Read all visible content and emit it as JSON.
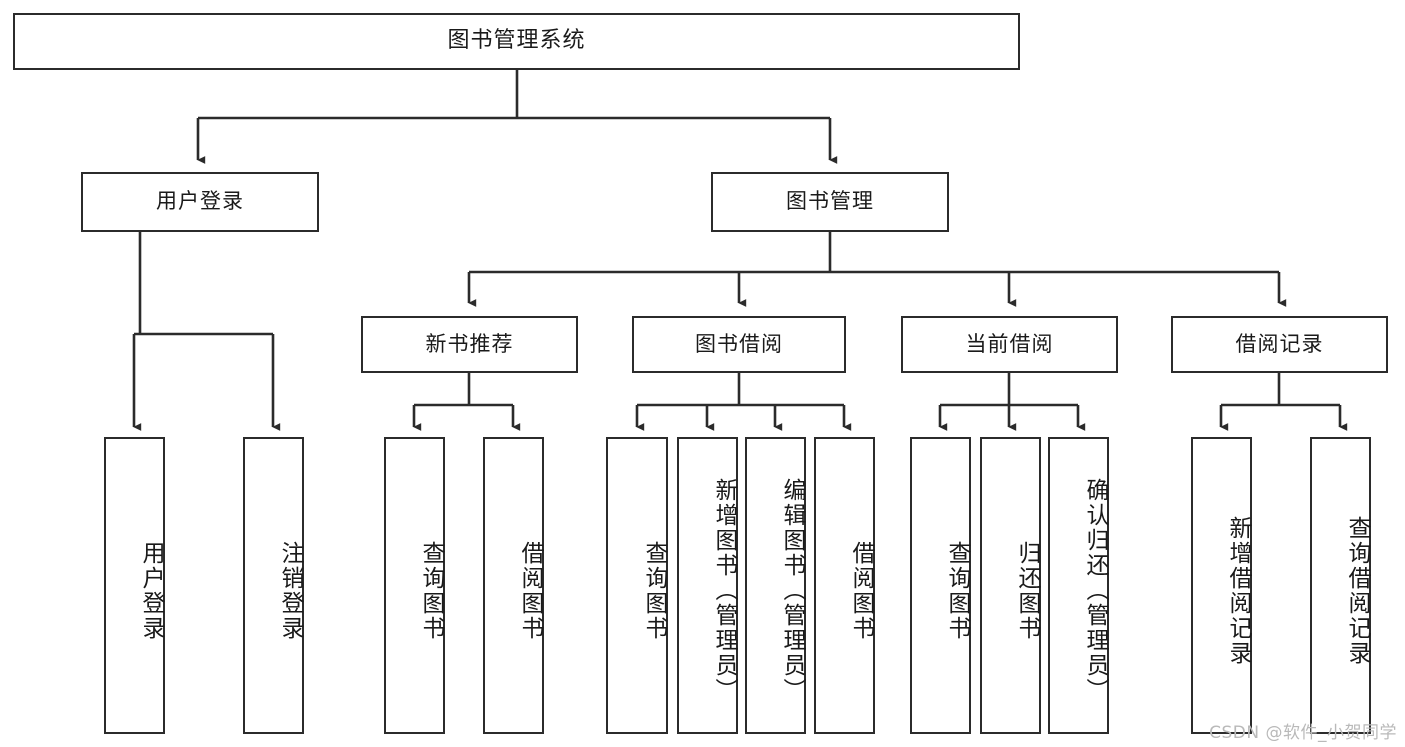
{
  "diagram": {
    "title": "图书管理系统",
    "type": "tree-hierarchy",
    "watermark": "CSDN @软件_小贺同学",
    "colors": {
      "stroke": "#2b2b2b",
      "fill": "#ffffff",
      "text": "#1a1a1a",
      "watermark": "#b9b9b9"
    },
    "nodes": {
      "root": {
        "label": "图书管理系统"
      },
      "level2": [
        {
          "id": "user-login",
          "label": "用户登录"
        },
        {
          "id": "book-management",
          "label": "图书管理"
        }
      ],
      "level3": [
        {
          "id": "new-book-recommend",
          "label": "新书推荐"
        },
        {
          "id": "book-borrow",
          "label": "图书借阅"
        },
        {
          "id": "current-borrow",
          "label": "当前借阅"
        },
        {
          "id": "borrow-record",
          "label": "借阅记录"
        }
      ],
      "leaves": {
        "user_login": [
          {
            "id": "leaf-user-login",
            "label": "用户登录"
          },
          {
            "id": "leaf-logout-login",
            "label": "注销登录"
          }
        ],
        "new_book_recommend": [
          {
            "id": "leaf-query-book-1",
            "label": "查询图书"
          },
          {
            "id": "leaf-borrow-book-1",
            "label": "借阅图书"
          }
        ],
        "book_borrow": [
          {
            "id": "leaf-query-book-2",
            "label": "查询图书"
          },
          {
            "id": "leaf-add-book",
            "label": "新增图书（管理员）"
          },
          {
            "id": "leaf-edit-book",
            "label": "编辑图书（管理员）"
          },
          {
            "id": "leaf-borrow-book-2",
            "label": "借阅图书"
          }
        ],
        "current_borrow": [
          {
            "id": "leaf-query-book-3",
            "label": "查询图书"
          },
          {
            "id": "leaf-return-book",
            "label": "归还图书"
          },
          {
            "id": "leaf-confirm-return",
            "label": "确认归还（管理员）"
          }
        ],
        "borrow_record": [
          {
            "id": "leaf-add-record",
            "label": "新增借阅记录"
          },
          {
            "id": "leaf-query-record",
            "label": "查询借阅记录"
          }
        ]
      }
    }
  }
}
